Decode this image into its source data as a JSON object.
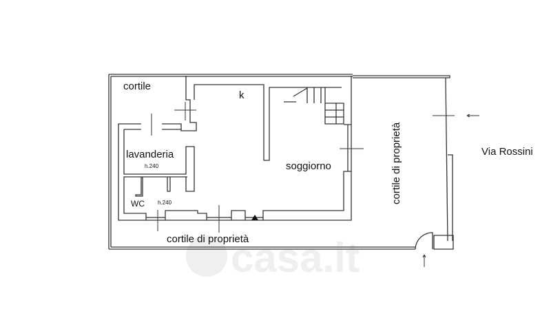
{
  "plan": {
    "labels": {
      "cortile": "cortile",
      "k": "k",
      "lavanderia": "lavanderia",
      "lavanderia_height": "h.240",
      "wc": "WC",
      "wc_height": "h.240",
      "soggiorno": "soggiorno",
      "cortile_bottom": "cortile di proprietà",
      "cortile_right": "cortile di proprietà",
      "street": "Via Rossini"
    },
    "watermark": "casa.it"
  }
}
